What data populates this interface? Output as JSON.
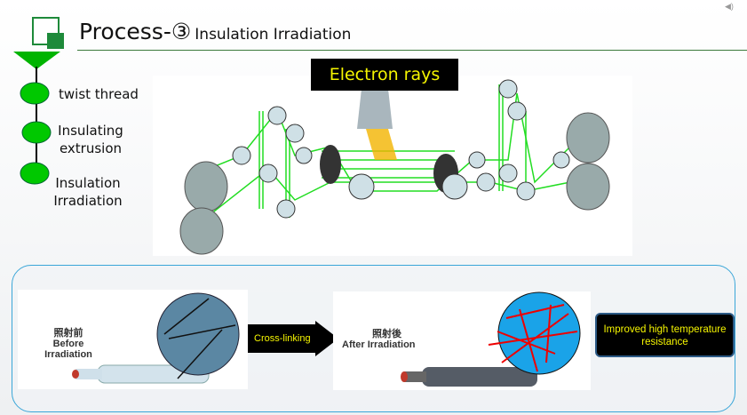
{
  "header": {
    "title": "Process-③",
    "subtitle": "Insulation Irradiation"
  },
  "steps": [
    {
      "label": "twist thread"
    },
    {
      "label": "Insulating extrusion"
    },
    {
      "label": "Insulation Irradiation"
    }
  ],
  "diagram": {
    "electron_label": "Electron rays"
  },
  "comparison": {
    "before": {
      "cjk": "照射前",
      "label": "Before Irradiation"
    },
    "arrow_label": "Cross-linking",
    "after": {
      "cjk": "照射後",
      "label": "After Irradiation"
    },
    "result": "Improved high temperature resistance"
  },
  "colors": {
    "accent": "#1e8a3a",
    "step": "#00c000",
    "highlight": "#f5f500",
    "panel_border": "#3aa6d8"
  }
}
